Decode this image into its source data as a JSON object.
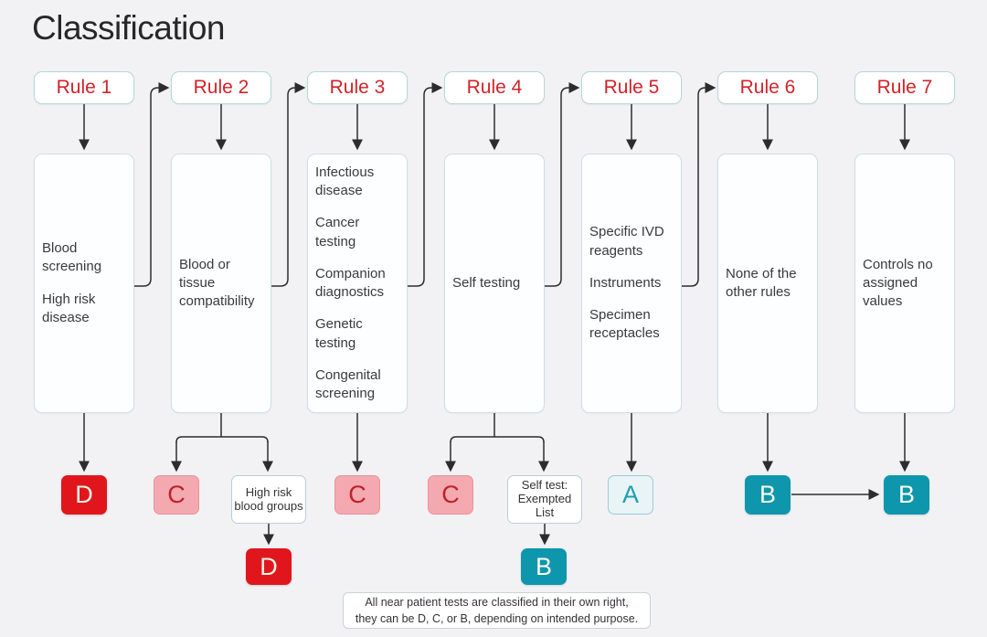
{
  "title": "Classification",
  "rules": [
    {
      "label": "Rule 1",
      "criteria": [
        "Blood screening",
        "High risk disease"
      ],
      "outcome": "D"
    },
    {
      "label": "Rule 2",
      "criteria": [
        "Blood or tissue compatibility"
      ],
      "outcome": "C",
      "sub_outcome": {
        "label": "High risk blood groups",
        "outcome": "D"
      }
    },
    {
      "label": "Rule 3",
      "criteria": [
        "Infectious disease",
        "Cancer testing",
        "Companion diagnostics",
        "Genetic testing",
        "Congenital screening"
      ],
      "outcome": "C"
    },
    {
      "label": "Rule 4",
      "criteria": [
        "Self testing"
      ],
      "outcome": "C",
      "sub_outcome": {
        "label": "Self test: Exempted List",
        "outcome": "B"
      }
    },
    {
      "label": "Rule 5",
      "criteria": [
        "Specific IVD reagents",
        "Instruments",
        "Specimen receptacles"
      ],
      "outcome": "A"
    },
    {
      "label": "Rule 6",
      "criteria": [
        "None of the other rules"
      ],
      "outcome": "B"
    },
    {
      "label": "Rule 7",
      "criteria": [
        "Controls no assigned values"
      ],
      "outcome": "B"
    }
  ],
  "note": "All near patient tests are classified in their own right, they can be D, C, or B, depending on intended purpose.",
  "colors": {
    "background": "#f2f2f4",
    "class_d_bg": "#e1161d",
    "class_c_bg": "#f4a9b0",
    "class_b_bg": "#0e96ac",
    "class_a_bg": "#e8f4f6",
    "rule_text": "#d2232a",
    "connector": "#2c2c2e"
  }
}
